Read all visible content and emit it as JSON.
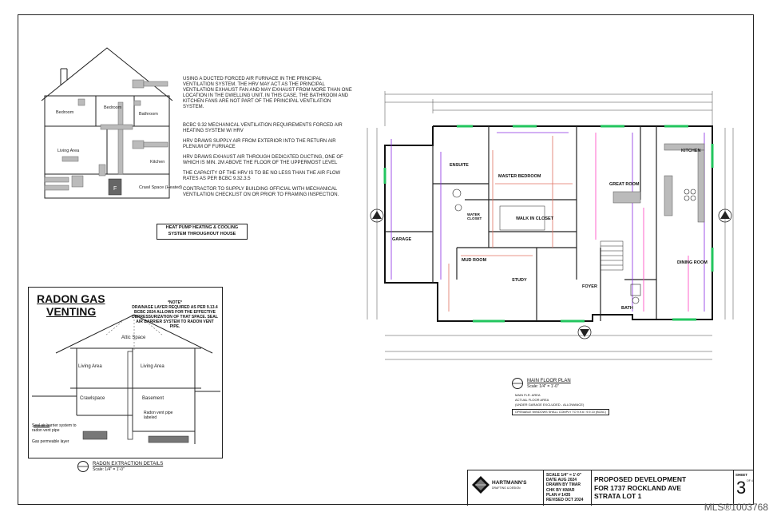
{
  "ventilation_diagram": {
    "rooms": [
      "Bedroom",
      "Bedroom",
      "Bathroom",
      "Living Area",
      "Kitchen",
      "Crawl Space (Heated)"
    ],
    "furnace_label": "F"
  },
  "ventilation_notes": [
    "USING A DUCTED FORCED AIR FURNACE IN THE PRINCIPAL VENTILATION SYSTEM. THE HRV MAY ACT AS THE PRINCIPAL VENTILATION EXHAUST FAN AND MAY EXHAUST FROM MORE THAN ONE LOCATION IN THE DWELLING UNIT. IN THIS CASE, THE BATHROOM AND KITCHEN FANS ARE NOT PART OF THE PRINCIPAL VENTILATION SYSTEM.",
    "BCBC 9.32 MECHANICAL VENTILATION REQUIREMENTS FORCED AIR HEATING SYSTEM W/ HRV",
    "HRV DRAWS SUPPLY AIR FROM EXTERIOR INTO THE RETURN AIR PLENUM OF FURNACE",
    "HRV DRAWS EXHAUST AIR THROUGH DEDICATED DUCTING, ONE OF WHICH IS MIN. 2M ABOVE THE FLOOR OF THE UPPERMOST LEVEL",
    "THE CAPACITY OF THE HRV IS TO BE NO LESS THAN THE AIR FLOW RATES AS PER BCBC 9.32.3.5",
    "CONTRACTOR TO SUPPLY BUILDING OFFICIAL WITH MECHANICAL VENTILATION CHECKLIST ON OR PRIOR TO FRAMING INSPECTION."
  ],
  "heat_pump_note": "HEAT PUMP HEATING & COOLING SYSTEM THROUGHOUT HOUSE",
  "radon": {
    "title_line1": "RADON GAS",
    "title_line2": "VENTING",
    "note_heading": "*NOTE*",
    "note_text": "DRAINAGE LAYER REQUIRED AS PER 9.13.4 BCBC 2024 ALLOWS FOR THE EFFECTIVE DEPRESSURIZATION OF THAT SPACE. SEAL AIR BARRIER SYSTEM TO RADON VENT PIPE.",
    "rooms": [
      "Attic Space",
      "Living Area",
      "Living Area",
      "Crawlspace",
      "Basement"
    ],
    "callout_vent": "Radon vent pipe labeled",
    "callout_seal": "Seal air barrier system to radon vent pipe",
    "callout_gas": "Gas permeable layer",
    "detail_title": "RADON EXTRACTION DETAILS",
    "detail_scale": "Scale: 1/4\" = 1'-0\""
  },
  "floor_plan": {
    "rooms": {
      "master_bedroom": "MASTER BEDROOM",
      "ensuite": "ENSUITE",
      "walk_in_closet": "WALK IN CLOSET",
      "great_room": "GREAT ROOM",
      "kitchen": "KITCHEN",
      "garage": "GARAGE",
      "mud_room": "MUD ROOM",
      "study": "STUDY",
      "foyer": "FOYER",
      "dining_room": "DINING ROOM",
      "bath": "BATH",
      "water_closet": "WATER CLOSET"
    },
    "title": "MAIN FLOOR PLAN",
    "scale": "Scale: 1/4\" = 1'-0\"",
    "area_lines": [
      "MAIN FLR. AREA",
      "ACTUAL FLOOR AREA",
      "(UNDER GARAGE EXCLUDED - ALLOWANCE)"
    ],
    "window_note": "OPENABLE WINDOWS SHALL COMPLY TO 9.9.6 / 9.9.10 (BCBC)"
  },
  "title_block": {
    "firm_name": "HARTMANN'S",
    "firm_sub": "DRAFTING & DESIGN",
    "scale": "SCALE 1/4\" = 1'-0\"",
    "date": "DATE AUG 2024",
    "drawn_by": "DRAWN BY TMAR",
    "chk_by": "CHK BY KMAR",
    "plan_no": "PLAN # 1435",
    "revised": "REVISED OCT 2024",
    "project_line1": "PROPOSED DEVELOPMENT",
    "project_line2": "FOR 1737 ROCKLAND AVE",
    "project_line3": "STRATA LOT 1",
    "sheet_label": "SHEET",
    "sheet_number": "3",
    "sheet_of": "OF 4"
  },
  "watermark": "MLS®1003768"
}
